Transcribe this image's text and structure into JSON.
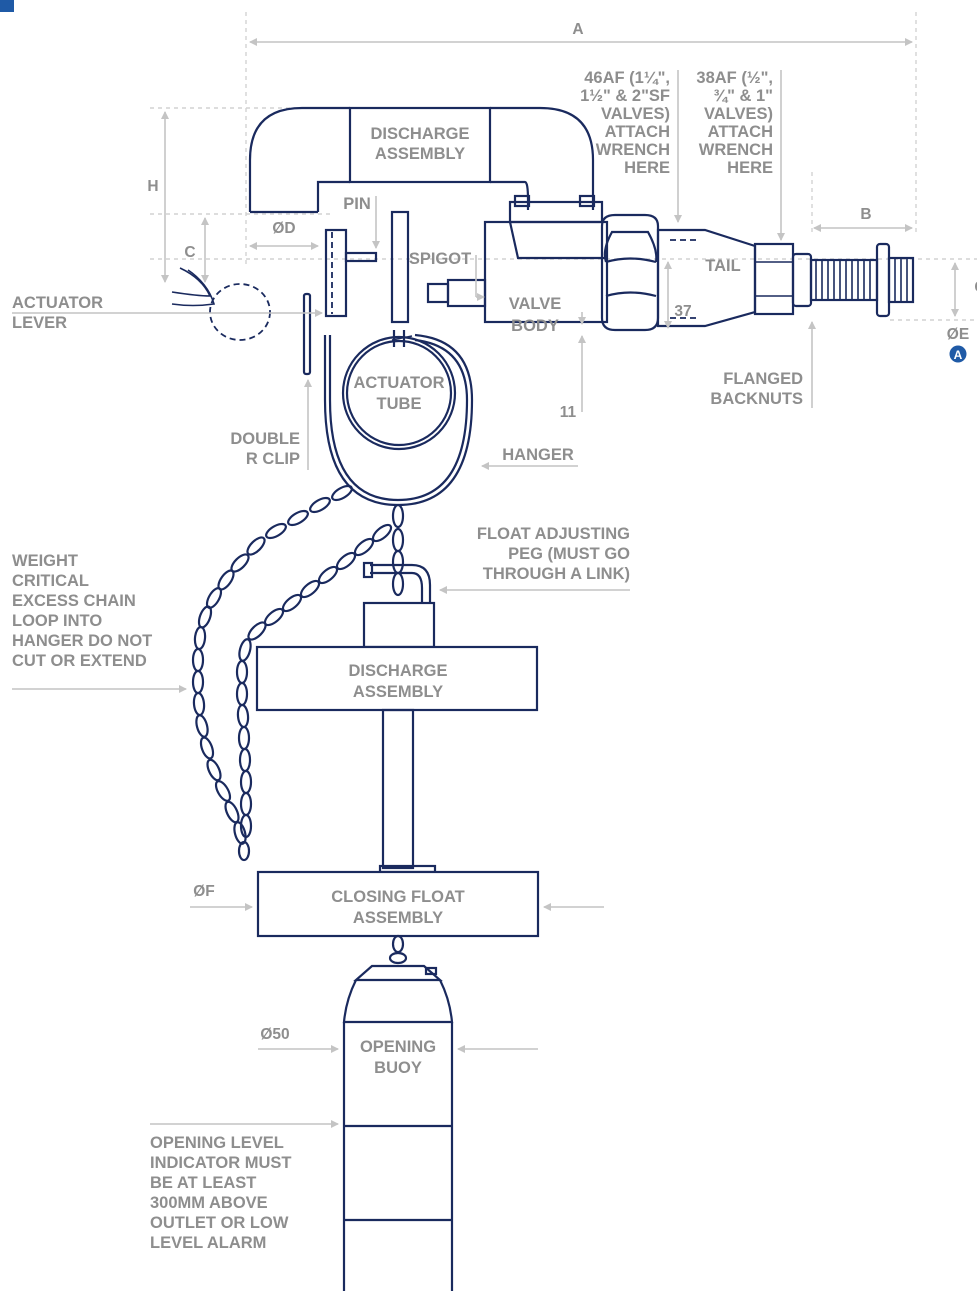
{
  "colors": {
    "line": "#1a2a5e",
    "label": "#8e8e8e",
    "leader": "#c4c4c4",
    "accent": "#1f5aa6"
  },
  "badge": "A",
  "dimensions": {
    "a": "A",
    "b": "B",
    "c_left": "C",
    "c_right": "C",
    "h": "H",
    "d": "ØD",
    "e": "ØE",
    "f": "ØF",
    "dim_37": "37",
    "dim_11": "11",
    "dim_50": "Ø50"
  },
  "labels": {
    "discharge_top": [
      "DISCHARGE",
      "ASSEMBLY"
    ],
    "wrench_46": [
      "46AF (1¼\",",
      "1½\" & 2\"SF",
      "VALVES)",
      "ATTACH",
      "WRENCH",
      "HERE"
    ],
    "wrench_38": [
      "38AF (½\",",
      "¾\" & 1\"",
      "VALVES)",
      "ATTACH",
      "WRENCH",
      "HERE"
    ],
    "pin": "PIN",
    "spigot": "SPIGOT",
    "tail": "TAIL",
    "valve_body": [
      "VALVE",
      "BODY"
    ],
    "actuator_lever": [
      "ACTUATOR",
      "LEVER"
    ],
    "actuator_tube": [
      "ACTUATOR",
      "TUBE"
    ],
    "double_r_clip": [
      "DOUBLE",
      "R CLIP"
    ],
    "hanger": "HANGER",
    "flanged_backnuts": [
      "FLANGED",
      "BACKNUTS"
    ],
    "float_peg": [
      "FLOAT ADJUSTING",
      "PEG (MUST GO",
      "THROUGH A LINK)"
    ],
    "weight_critical": [
      "WEIGHT",
      "CRITICAL",
      "EXCESS CHAIN",
      "LOOP INTO",
      "HANGER DO NOT",
      "CUT OR EXTEND"
    ],
    "discharge_mid": [
      "DISCHARGE",
      "ASSEMBLY"
    ],
    "closing_float": [
      "CLOSING FLOAT",
      "ASSEMBLY"
    ],
    "opening_buoy": [
      "OPENING",
      "BUOY"
    ],
    "opening_level": [
      "OPENING LEVEL",
      "INDICATOR MUST",
      "BE AT LEAST",
      "300MM ABOVE",
      "OUTLET OR LOW",
      "LEVEL ALARM"
    ]
  }
}
